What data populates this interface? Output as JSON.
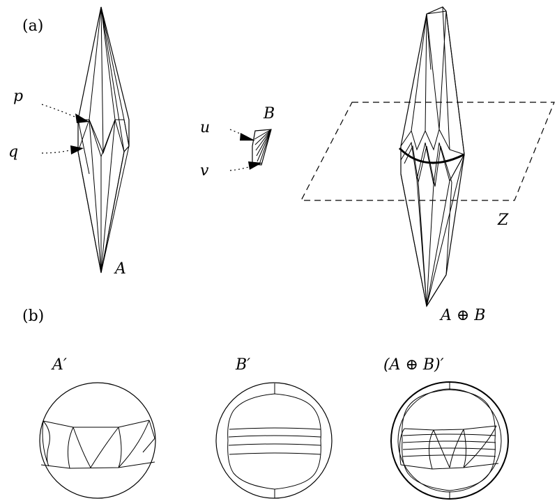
{
  "labels": {
    "panel_a": "(a)",
    "panel_b": "(b)",
    "p": "p",
    "q": "q",
    "u": "u",
    "v": "v",
    "A": "A",
    "B": "B",
    "Z": "Z",
    "A_plus_B": "A ⊕ B",
    "A_prime": "A′",
    "B_prime": "B′",
    "A_plus_B_prime": "(A ⊕ B)′"
  }
}
